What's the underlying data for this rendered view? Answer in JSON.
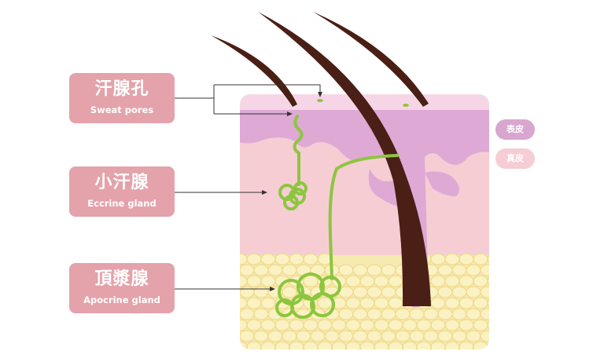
{
  "labels": [
    {
      "jp": "汗腺孔",
      "en": "Sweat pores"
    },
    {
      "jp": "小汗腺",
      "en": "Eccrine gland"
    },
    {
      "jp": "頂漿腺",
      "en": "Apocrine gland"
    }
  ],
  "legend": [
    {
      "text": "表皮",
      "color": "#d9a6cf"
    },
    {
      "text": "真皮",
      "color": "#f6cdd5"
    }
  ],
  "colors": {
    "epidermis": "#dea9d4",
    "dermis": "#f7cdd4",
    "fat": "#f7eab0",
    "hair": "#4a1f15",
    "gland": "#8cc63f"
  }
}
